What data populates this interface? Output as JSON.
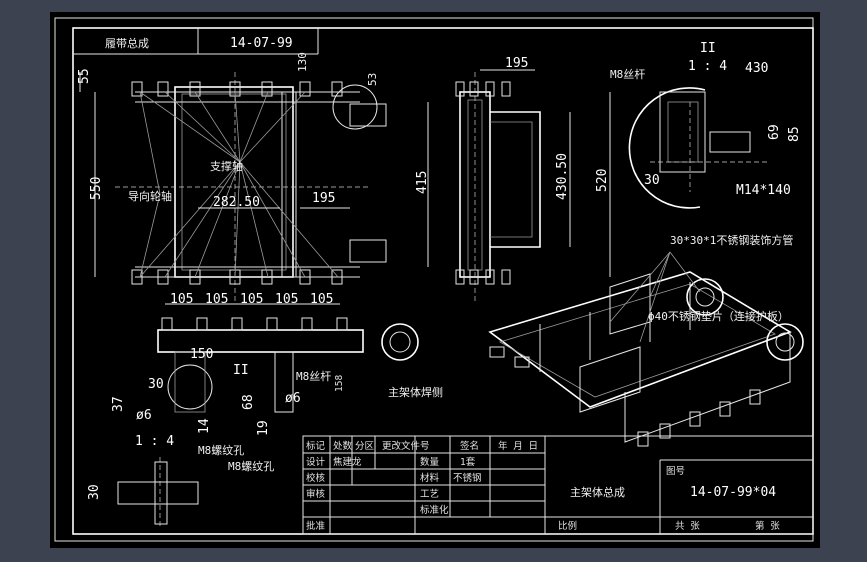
{
  "drawing": {
    "header_title": "履带总成",
    "header_code": "14-07-99",
    "detail_view_label": "II",
    "detail_scale": "1 : 4",
    "detail_scale_2": "1 : 4",
    "detail_label_left": "II"
  },
  "dimensions": {
    "d55": "55",
    "d130": "130",
    "d53": "53",
    "d550": "550",
    "d282_50": "282.50",
    "d195_top": "195",
    "d195_mid": "195",
    "d415": "415",
    "d430_50": "430.50",
    "d520": "520",
    "d430": "430",
    "d69": "69",
    "d85": "85",
    "d30_detail": "30",
    "d105": [
      "105",
      "105",
      "105",
      "105",
      "105"
    ],
    "d150": "150",
    "d30_left": "30",
    "d37": "37",
    "d6_left": "ø6",
    "d14": "14",
    "d68": "68",
    "d6_mid": "ø6",
    "d19": "19",
    "d158": "158",
    "d30_small": "30"
  },
  "annotations": {
    "m8_rod_top": "M8丝杆",
    "m14": "M14*140",
    "support_shaft": "支撑轴",
    "guide_wheel_shaft": "导向轮轴",
    "tube_30": "30*30*1不锈钢装饰方管",
    "bearing": "ϕ40不锈钢垫片（连接护板）",
    "m8_rod_mid": "M8丝杆",
    "main_frame_plate": "主架体焊侧",
    "m8_thread_1": "M8螺纹孔",
    "m8_thread_2": "M8螺纹孔"
  },
  "title_block": {
    "h1": "标记",
    "h2": "处数",
    "h3": "分区",
    "h4": "更改文件号",
    "h5": "签名",
    "h6": "年 月 日",
    "r_design": "设计",
    "designer": "焦建龙",
    "r_check": "校核",
    "r_review": "审核",
    "r_approve": "批准",
    "qty_label": "数量",
    "qty_value": "1套",
    "material_label": "材料",
    "material_value": "不锈钢",
    "process_label": "工艺",
    "standard_label": "标准化",
    "part_name": "主架体总成",
    "drawing_no_label": "图号",
    "drawing_no": "14-07-99*04",
    "scale_label": "比例",
    "total_label": "共  张",
    "sheet_label": "第  张"
  }
}
